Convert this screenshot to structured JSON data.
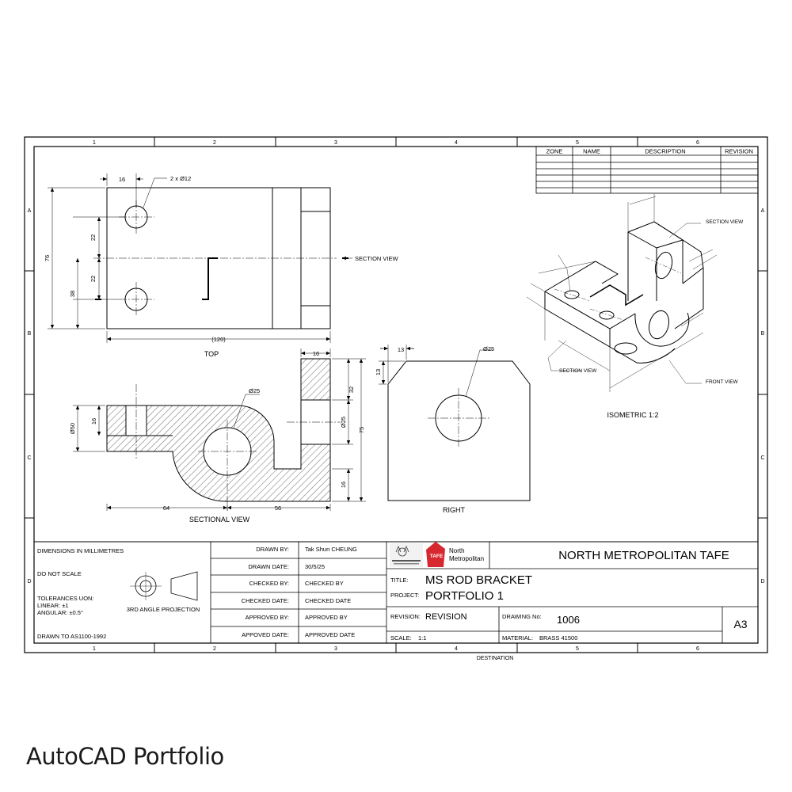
{
  "border": {
    "columns": [
      "1",
      "2",
      "3",
      "4",
      "5",
      "6"
    ],
    "rows": [
      "A",
      "B",
      "C",
      "D"
    ],
    "destination": "DESTINATION"
  },
  "revision_table": {
    "headers": [
      "ZONE",
      "NAME",
      "DESCRIPTION",
      "REVISION"
    ]
  },
  "views": {
    "top": {
      "label": "TOP",
      "callouts": [
        "2 x Ø12",
        "SECTION VIEW"
      ],
      "dims": [
        "16",
        "76",
        "22",
        "22",
        "38",
        "(120)"
      ]
    },
    "sectional": {
      "label": "SECTIONAL VIEW",
      "dims": [
        "Ø25",
        "16",
        "Ø50",
        "Ø25",
        "16",
        "32",
        "75",
        "16",
        "64",
        "56"
      ]
    },
    "right": {
      "label": "RIGHT",
      "dims": [
        "13",
        "13",
        "Ø25"
      ]
    },
    "isometric": {
      "label": "ISOMETRIC 1:2",
      "callouts": [
        "SECTION VIEW",
        "SECTION VIEW",
        "FRONT VIEW"
      ]
    }
  },
  "title_block": {
    "notes": [
      "DIMENSIONS IN MILLIMETRES",
      "DO NOT SCALE",
      "TOLERANCES UON:",
      "LINEAR: ±1",
      "ANGULAR: ±0.5°",
      "DRAWN TO AS1100-1992"
    ],
    "projection_label": "3RD ANGLE PROJECTION",
    "fields": [
      {
        "label": "DRAWN BY:",
        "value": "Tak Shun CHEUNG"
      },
      {
        "label": "DRAWN DATE:",
        "value": "30/5/25"
      },
      {
        "label": "CHECKED BY:",
        "value": "CHECKED BY"
      },
      {
        "label": "CHECKED DATE:",
        "value": "CHECKED DATE"
      },
      {
        "label": "APPROVED BY:",
        "value": "APPROVED BY"
      },
      {
        "label": "APPOVED DATE:",
        "value": "APPROVED DATE"
      }
    ],
    "logo_text": [
      "North",
      "Metropolitan"
    ],
    "logo_badge": "TAFE",
    "organisation": "NORTH METROPOLITAN TAFE",
    "title_label": "TITLE:",
    "title": "MS ROD BRACKET",
    "project_label": "PROJECT:",
    "project": "PORTFOLIO 1",
    "revision_label": "REVISION:",
    "revision": "REVISION",
    "drawing_no_label": "DRAWING No:",
    "drawing_no": "1006",
    "sheet_size": "A3",
    "scale_label": "SCALE:",
    "scale": "1:1",
    "material_label": "MATERIAL:",
    "material": "BRASS 41500"
  },
  "caption": "AutoCAD Portfolio",
  "colors": {
    "line": "#000000",
    "logo_red": "#d7282f"
  }
}
